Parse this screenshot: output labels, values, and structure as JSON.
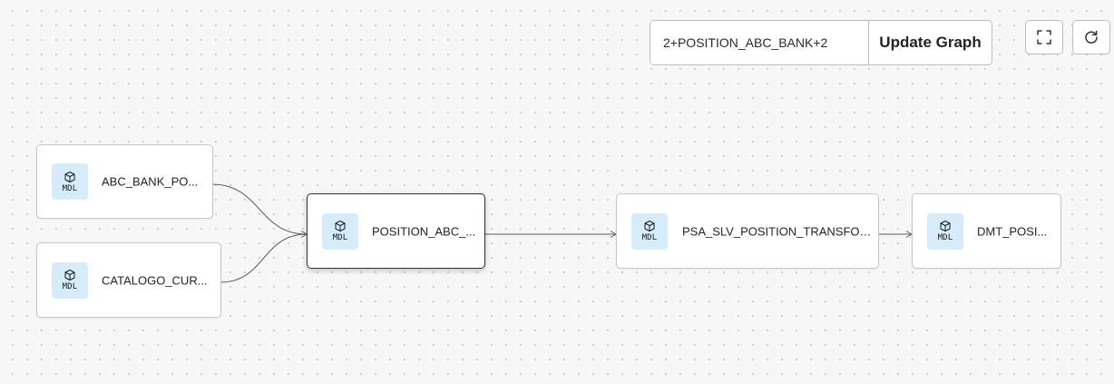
{
  "toolbar": {
    "query_value": "2+POSITION_ABC_BANK+2",
    "update_label": "Update Graph",
    "fullscreen_icon": "fullscreen-icon",
    "refresh_icon": "refresh-icon"
  },
  "graph": {
    "nodes": [
      {
        "id": "abc-bank-po",
        "badge": "MDL",
        "label": "ABC_BANK_PO...",
        "selected": false
      },
      {
        "id": "catalogo-cur",
        "badge": "MDL",
        "label": "CATALOGO_CUR...",
        "selected": false
      },
      {
        "id": "position-abc",
        "badge": "MDL",
        "label": "POSITION_ABC_...",
        "selected": true
      },
      {
        "id": "psa-slv-position",
        "badge": "MDL",
        "label": "PSA_SLV_POSITION_TRANSFOR...",
        "selected": false
      },
      {
        "id": "dmt-posi",
        "badge": "MDL",
        "label": "DMT_POSI...",
        "selected": false
      }
    ],
    "edges": [
      {
        "from": "abc-bank-po",
        "to": "position-abc"
      },
      {
        "from": "catalogo-cur",
        "to": "position-abc"
      },
      {
        "from": "position-abc",
        "to": "psa-slv-position"
      },
      {
        "from": "psa-slv-position",
        "to": "dmt-posi"
      }
    ],
    "node_icon": "cube-icon",
    "colors": {
      "badge_bg": "#d6ecfb",
      "edge": "#5c5c5c",
      "selected_border": "#333333"
    }
  }
}
